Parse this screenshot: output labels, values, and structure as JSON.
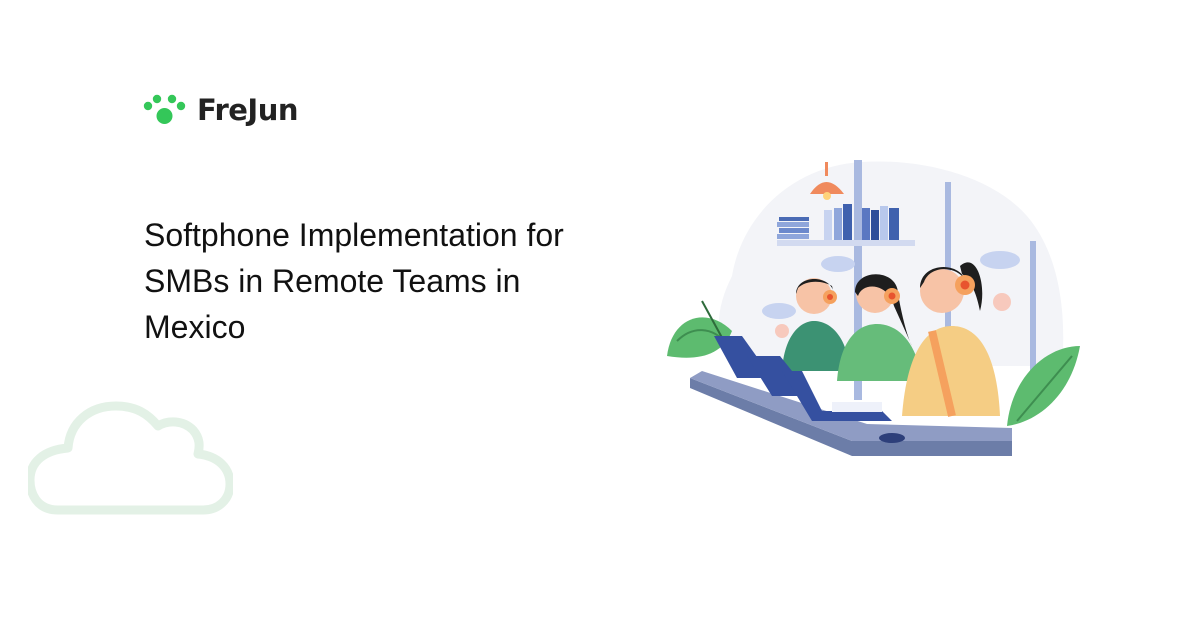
{
  "brand": {
    "name": "FreJun",
    "logo_icon": "paw-print-icon",
    "accent_color": "#34C759",
    "text_color": "#222222"
  },
  "hero": {
    "title": "Softphone Implementation for SMBs in Remote Teams in Mexico"
  },
  "decor": {
    "cloud_icon": "cloud-outline-icon",
    "cloud_color": "#E3F1E6",
    "illustration": "call-center-agents-with-headsets-illustration"
  }
}
